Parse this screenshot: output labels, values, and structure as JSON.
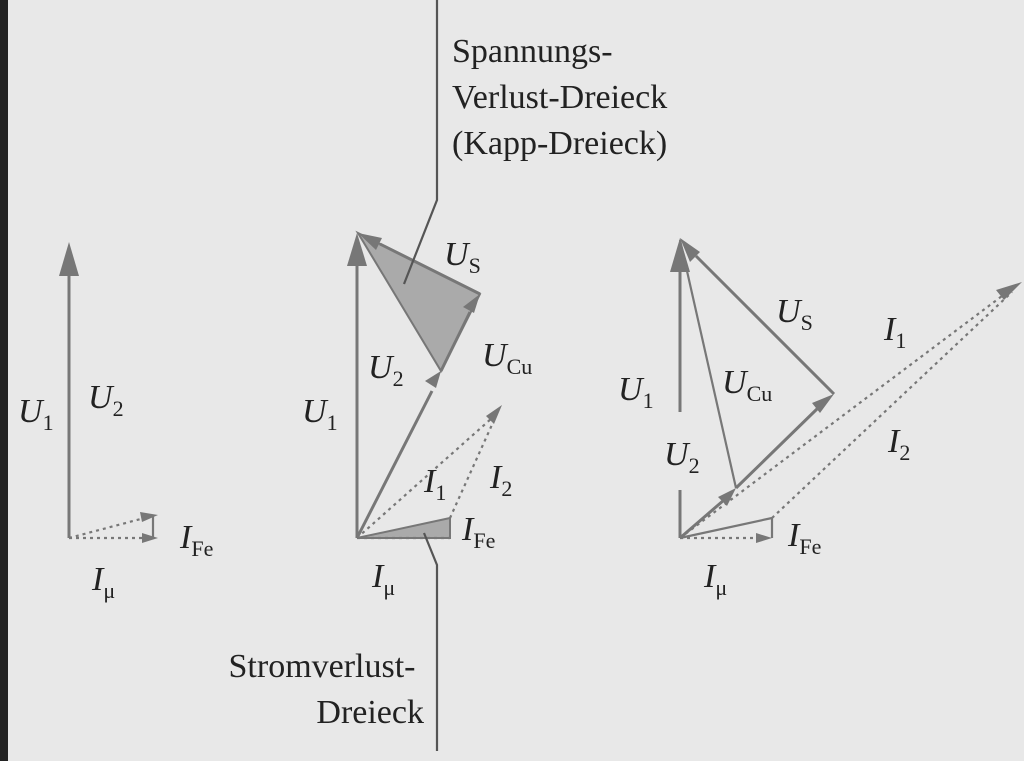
{
  "captions": {
    "voltage_triangle": [
      "Spannungs-",
      "Verlust-Dreieck",
      "(Kapp-Dreieck)"
    ],
    "current_triangle": [
      "Stromverlust-",
      "Dreieck"
    ]
  },
  "panel1": {
    "u1": {
      "main": "U",
      "sub": "1"
    },
    "u2": {
      "main": "U",
      "sub": "2"
    },
    "ife": {
      "main": "I",
      "sub": "Fe"
    },
    "imu": {
      "main": "I",
      "sub": "μ"
    }
  },
  "panel2": {
    "u1": {
      "main": "U",
      "sub": "1"
    },
    "u2": {
      "main": "U",
      "sub": "2"
    },
    "us": {
      "main": "U",
      "sub": "S"
    },
    "ucu": {
      "main": "U",
      "sub": "Cu"
    },
    "i1": {
      "main": "I",
      "sub": "1"
    },
    "i2": {
      "main": "I",
      "sub": "2"
    },
    "ife": {
      "main": "I",
      "sub": "Fe"
    },
    "imu": {
      "main": "I",
      "sub": "μ"
    }
  },
  "panel3": {
    "u1": {
      "main": "U",
      "sub": "1"
    },
    "u2": {
      "main": "U",
      "sub": "2"
    },
    "us": {
      "main": "U",
      "sub": "S"
    },
    "ucu": {
      "main": "U",
      "sub": "Cu"
    },
    "i1": {
      "main": "I",
      "sub": "1"
    },
    "i2": {
      "main": "I",
      "sub": "2"
    },
    "ife": {
      "main": "I",
      "sub": "Fe"
    },
    "imu": {
      "main": "I",
      "sub": "μ"
    }
  }
}
